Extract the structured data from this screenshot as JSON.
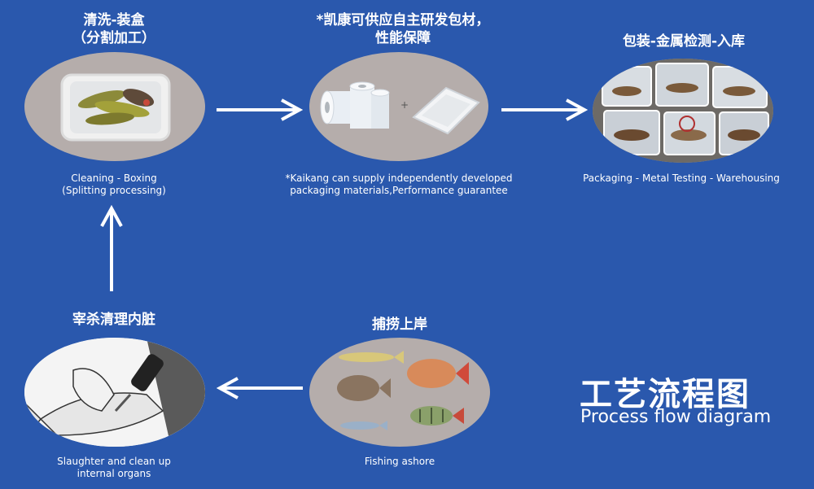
{
  "steps": {
    "cleaning": {
      "title_cn": "清洗-装盒\n（分割加工）",
      "caption": "Cleaning - Boxing\n(Splitting processing)"
    },
    "packaging_material": {
      "title_cn": "*凯康可供应自主研发包材，\n性能保障",
      "caption": "*Kaikang can supply independently developed\npackaging materials,Performance guarantee",
      "plus": "+"
    },
    "packaging": {
      "title_cn": "包装-金属检测-入库",
      "caption": "Packaging - Metal Testing - Warehousing"
    },
    "slaughter": {
      "title_cn": "宰杀清理内脏",
      "caption": "Slaughter and clean up\ninternal organs"
    },
    "fishing": {
      "title_cn": "捕捞上岸",
      "caption": "Fishing ashore"
    }
  },
  "heading": {
    "title_cn": "工艺流程图",
    "title_en": "Process flow diagram"
  },
  "colors": {
    "background": "#2a58ad",
    "ellipse": "#b5adab",
    "text": "#ffffff"
  }
}
